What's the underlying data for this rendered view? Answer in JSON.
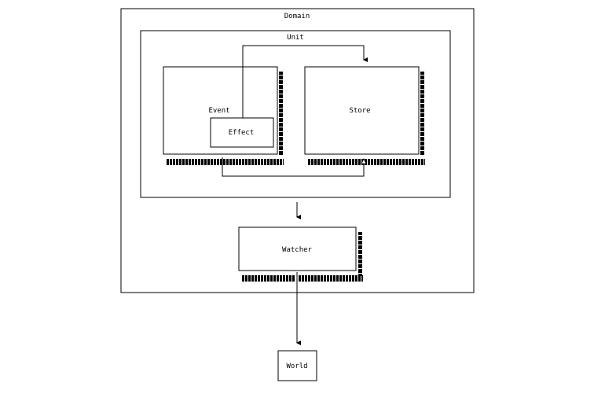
{
  "diagram": {
    "domain": {
      "label": "Domain"
    },
    "unit": {
      "label": "Unit"
    },
    "event": {
      "label": "Event"
    },
    "effect": {
      "label": "Effect"
    },
    "store": {
      "label": "Store"
    },
    "watcher": {
      "label": "Watcher"
    },
    "world": {
      "label": "World"
    }
  },
  "colors": {
    "line": "#000000",
    "background": "#ffffff",
    "shadow": "#000000"
  }
}
